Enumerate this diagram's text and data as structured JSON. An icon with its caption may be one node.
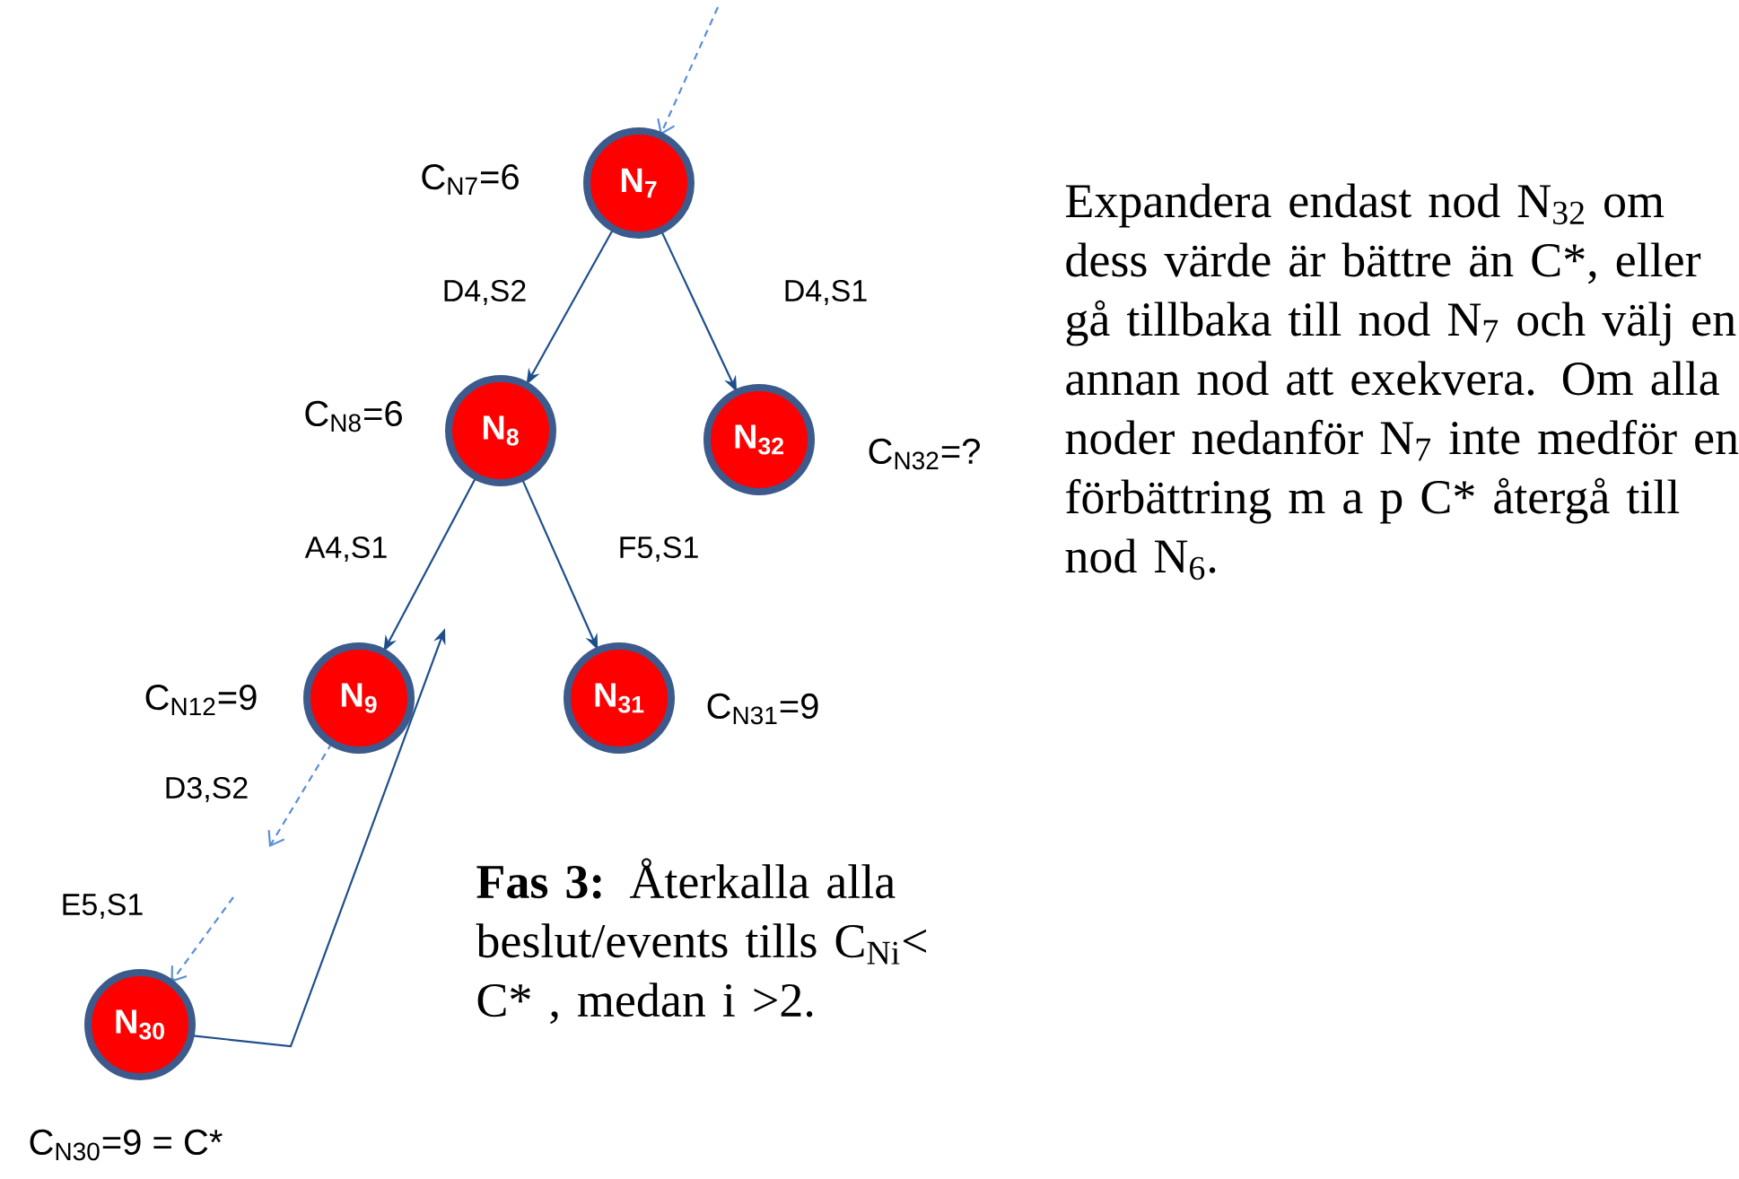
{
  "diagram": {
    "nodes": [
      {
        "text": [
          "N$_{7}$"
        ],
        "beside": [
          "C$_{N7}$=6"
        ]
      },
      {
        "text": [
          "N$_{8}$"
        ],
        "beside": [
          "C$_{N8}$=6"
        ]
      },
      {
        "text": [
          "N$_{32}$"
        ],
        "beside": [
          "C$_{N32}$=?"
        ]
      },
      {
        "text": [
          "N$_{9}$"
        ],
        "beside": [
          "C$_{N12}$=9"
        ]
      },
      {
        "text": [
          "N$_{31}$"
        ],
        "beside": [
          "C$_{N31}$=9"
        ]
      },
      {
        "text": [
          "N$_{30}$"
        ],
        "beside": [
          "C$_{N30}$=9 = C*"
        ]
      }
    ],
    "edges": [
      {
        "from": null,
        "to": 0,
        "arrow": "to",
        "style": "dashed",
        "color": "#5b8fd6"
      },
      {
        "from": 0,
        "to": 1,
        "arrow": "to",
        "label": "D4,S2"
      },
      {
        "from": 0,
        "to": 2,
        "arrow": "to",
        "label": "D4,S1"
      },
      {
        "from": 1,
        "to": 3,
        "arrow": "to",
        "label": "A4,S1"
      },
      {
        "from": 1,
        "to": 4,
        "arrow": "to",
        "label": "F5,S1"
      },
      {
        "from": 3,
        "to": null,
        "arrow": "to",
        "style": "dashed",
        "color": "#5b8fd6",
        "label": "D3,S2"
      },
      {
        "from": null,
        "to": 5,
        "arrow": "to",
        "style": "dashed",
        "color": "#5b8fd6",
        "label": "E5,S1"
      },
      {
        "from": 5,
        "to": null,
        "arrow": "to"
      }
    ],
    "labels": [
      "Expandera endast nod N$_{32}$ om dess värde är bättre än C*, eller gå tillbaka till nod N$_{7}$ och välj en annan nod att exekvera. Om alla noder nedanför N$_{7}$ inte medför en förbättring m a p C* återgå till nod N$_{6}$.",
      "**Fas 3:** Återkalla alla beslut/events tills C$_{Ni}$< C* , medan i >2."
    ]
  }
}
